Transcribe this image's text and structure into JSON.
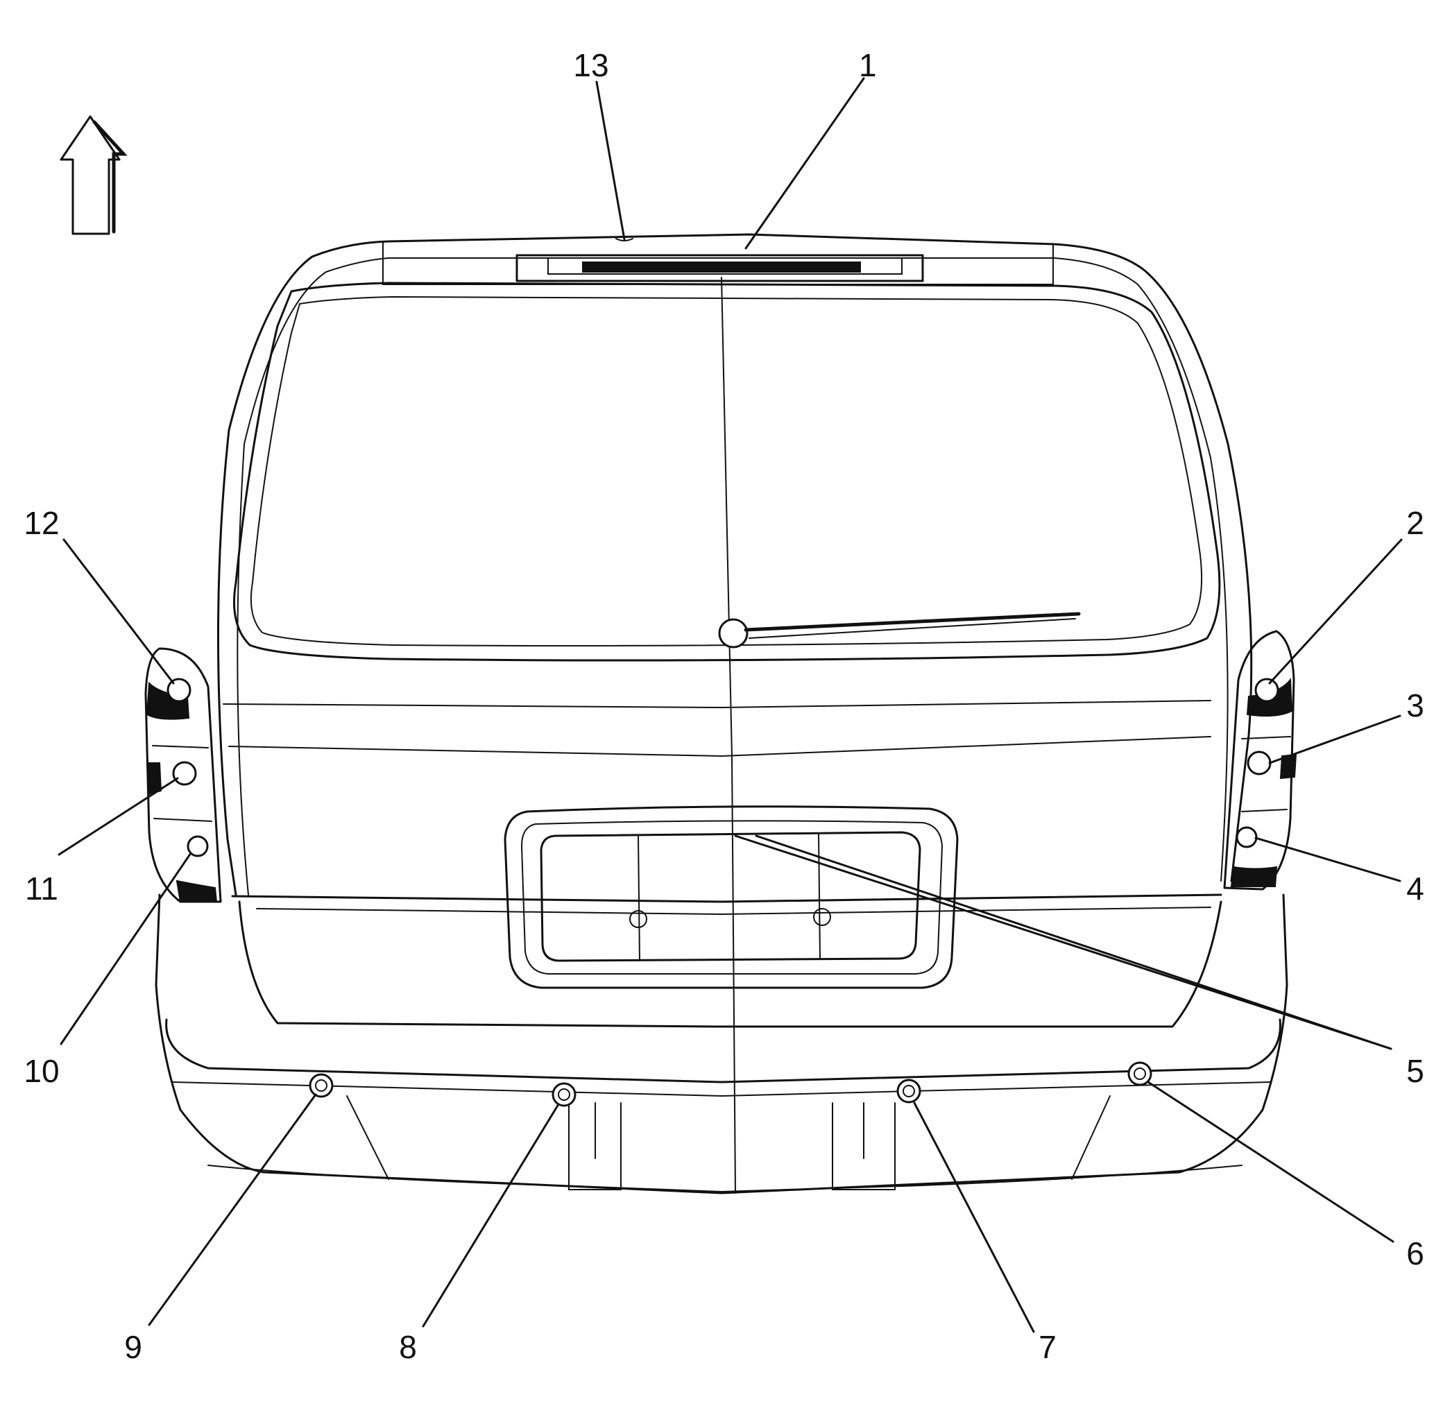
{
  "callouts": [
    {
      "id": "1",
      "label": "1"
    },
    {
      "id": "2",
      "label": "2"
    },
    {
      "id": "3",
      "label": "3"
    },
    {
      "id": "4",
      "label": "4"
    },
    {
      "id": "5",
      "label": "5"
    },
    {
      "id": "6",
      "label": "6"
    },
    {
      "id": "7",
      "label": "7"
    },
    {
      "id": "8",
      "label": "8"
    },
    {
      "id": "9",
      "label": "9"
    },
    {
      "id": "10",
      "label": "10"
    },
    {
      "id": "11",
      "label": "11"
    },
    {
      "id": "12",
      "label": "12"
    },
    {
      "id": "13",
      "label": "13"
    }
  ],
  "icons": {
    "direction": "up-arrow-icon"
  }
}
